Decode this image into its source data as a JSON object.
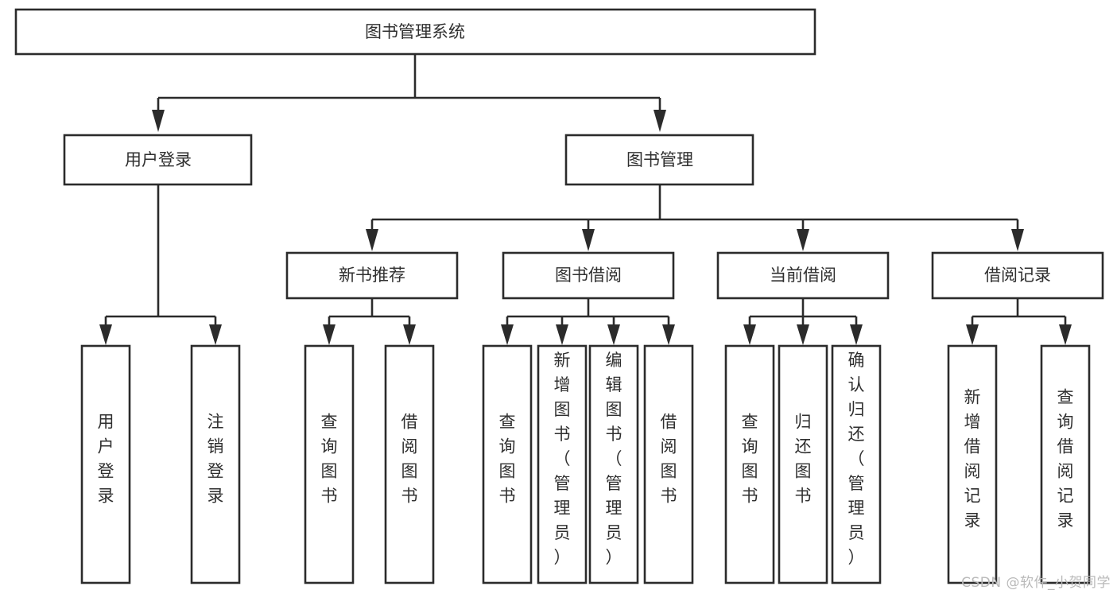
{
  "diagram": {
    "type": "tree-hierarchy",
    "title": "图书管理系统",
    "watermark": "CSDN @软件_小贺同学",
    "colors": {
      "stroke": "#2b2b2b",
      "fill": "#ffffff",
      "text": "#2f2f2f",
      "watermark": "#b9b9b9",
      "background": "#ffffff"
    },
    "levels": [
      {
        "level": 0,
        "nodes": [
          {
            "id": "root",
            "label": "图书管理系统",
            "orientation": "horizontal"
          }
        ]
      },
      {
        "level": 1,
        "nodes": [
          {
            "id": "login",
            "label": "用户登录",
            "orientation": "horizontal",
            "parent": "root"
          },
          {
            "id": "bookmgmt",
            "label": "图书管理",
            "orientation": "horizontal",
            "parent": "root"
          }
        ]
      },
      {
        "level": 2,
        "nodes": [
          {
            "id": "newbook",
            "label": "新书推荐",
            "orientation": "horizontal",
            "parent": "bookmgmt"
          },
          {
            "id": "borrow",
            "label": "图书借阅",
            "orientation": "horizontal",
            "parent": "bookmgmt"
          },
          {
            "id": "current",
            "label": "当前借阅",
            "orientation": "horizontal",
            "parent": "bookmgmt"
          },
          {
            "id": "records",
            "label": "借阅记录",
            "orientation": "horizontal",
            "parent": "bookmgmt"
          }
        ]
      },
      {
        "level": 3,
        "nodes": [
          {
            "id": "leaf1",
            "label": "用户登录",
            "orientation": "vertical",
            "parent": "login"
          },
          {
            "id": "leaf2",
            "label": "注销登录",
            "orientation": "vertical",
            "parent": "login"
          },
          {
            "id": "leaf3",
            "label": "查询图书",
            "orientation": "vertical",
            "parent": "newbook"
          },
          {
            "id": "leaf4",
            "label": "借阅图书",
            "orientation": "vertical",
            "parent": "newbook"
          },
          {
            "id": "leaf5",
            "label": "查询图书",
            "orientation": "vertical",
            "parent": "borrow"
          },
          {
            "id": "leaf6",
            "label": "新增图书（管理员）",
            "orientation": "vertical",
            "parent": "borrow"
          },
          {
            "id": "leaf7",
            "label": "编辑图书（管理员）",
            "orientation": "vertical",
            "parent": "borrow"
          },
          {
            "id": "leaf8",
            "label": "借阅图书",
            "orientation": "vertical",
            "parent": "borrow"
          },
          {
            "id": "leaf9",
            "label": "查询图书",
            "orientation": "vertical",
            "parent": "current"
          },
          {
            "id": "leaf10",
            "label": "归还图书",
            "orientation": "vertical",
            "parent": "current"
          },
          {
            "id": "leaf11",
            "label": "确认归还（管理员）",
            "orientation": "vertical",
            "parent": "current"
          },
          {
            "id": "leaf12",
            "label": "新增借阅记录",
            "orientation": "vertical",
            "parent": "records"
          },
          {
            "id": "leaf13",
            "label": "查询借阅记录",
            "orientation": "vertical",
            "parent": "records"
          }
        ]
      }
    ],
    "node_labels": {
      "root": "图书管理系统",
      "login": "用户登录",
      "bookmgmt": "图书管理",
      "newbook": "新书推荐",
      "borrow": "图书借阅",
      "current": "当前借阅",
      "records": "借阅记录",
      "leaf1": "用户登录",
      "leaf2": "注销登录",
      "leaf3": "查询图书",
      "leaf4": "借阅图书",
      "leaf5": "查询图书",
      "leaf6": "新增图书（管理员）",
      "leaf7": "编辑图书（管理员）",
      "leaf8": "借阅图书",
      "leaf9": "查询图书",
      "leaf10": "归还图书",
      "leaf11": "确认归还（管理员）",
      "leaf12": "新增借阅记录",
      "leaf13": "查询借阅记录"
    }
  }
}
